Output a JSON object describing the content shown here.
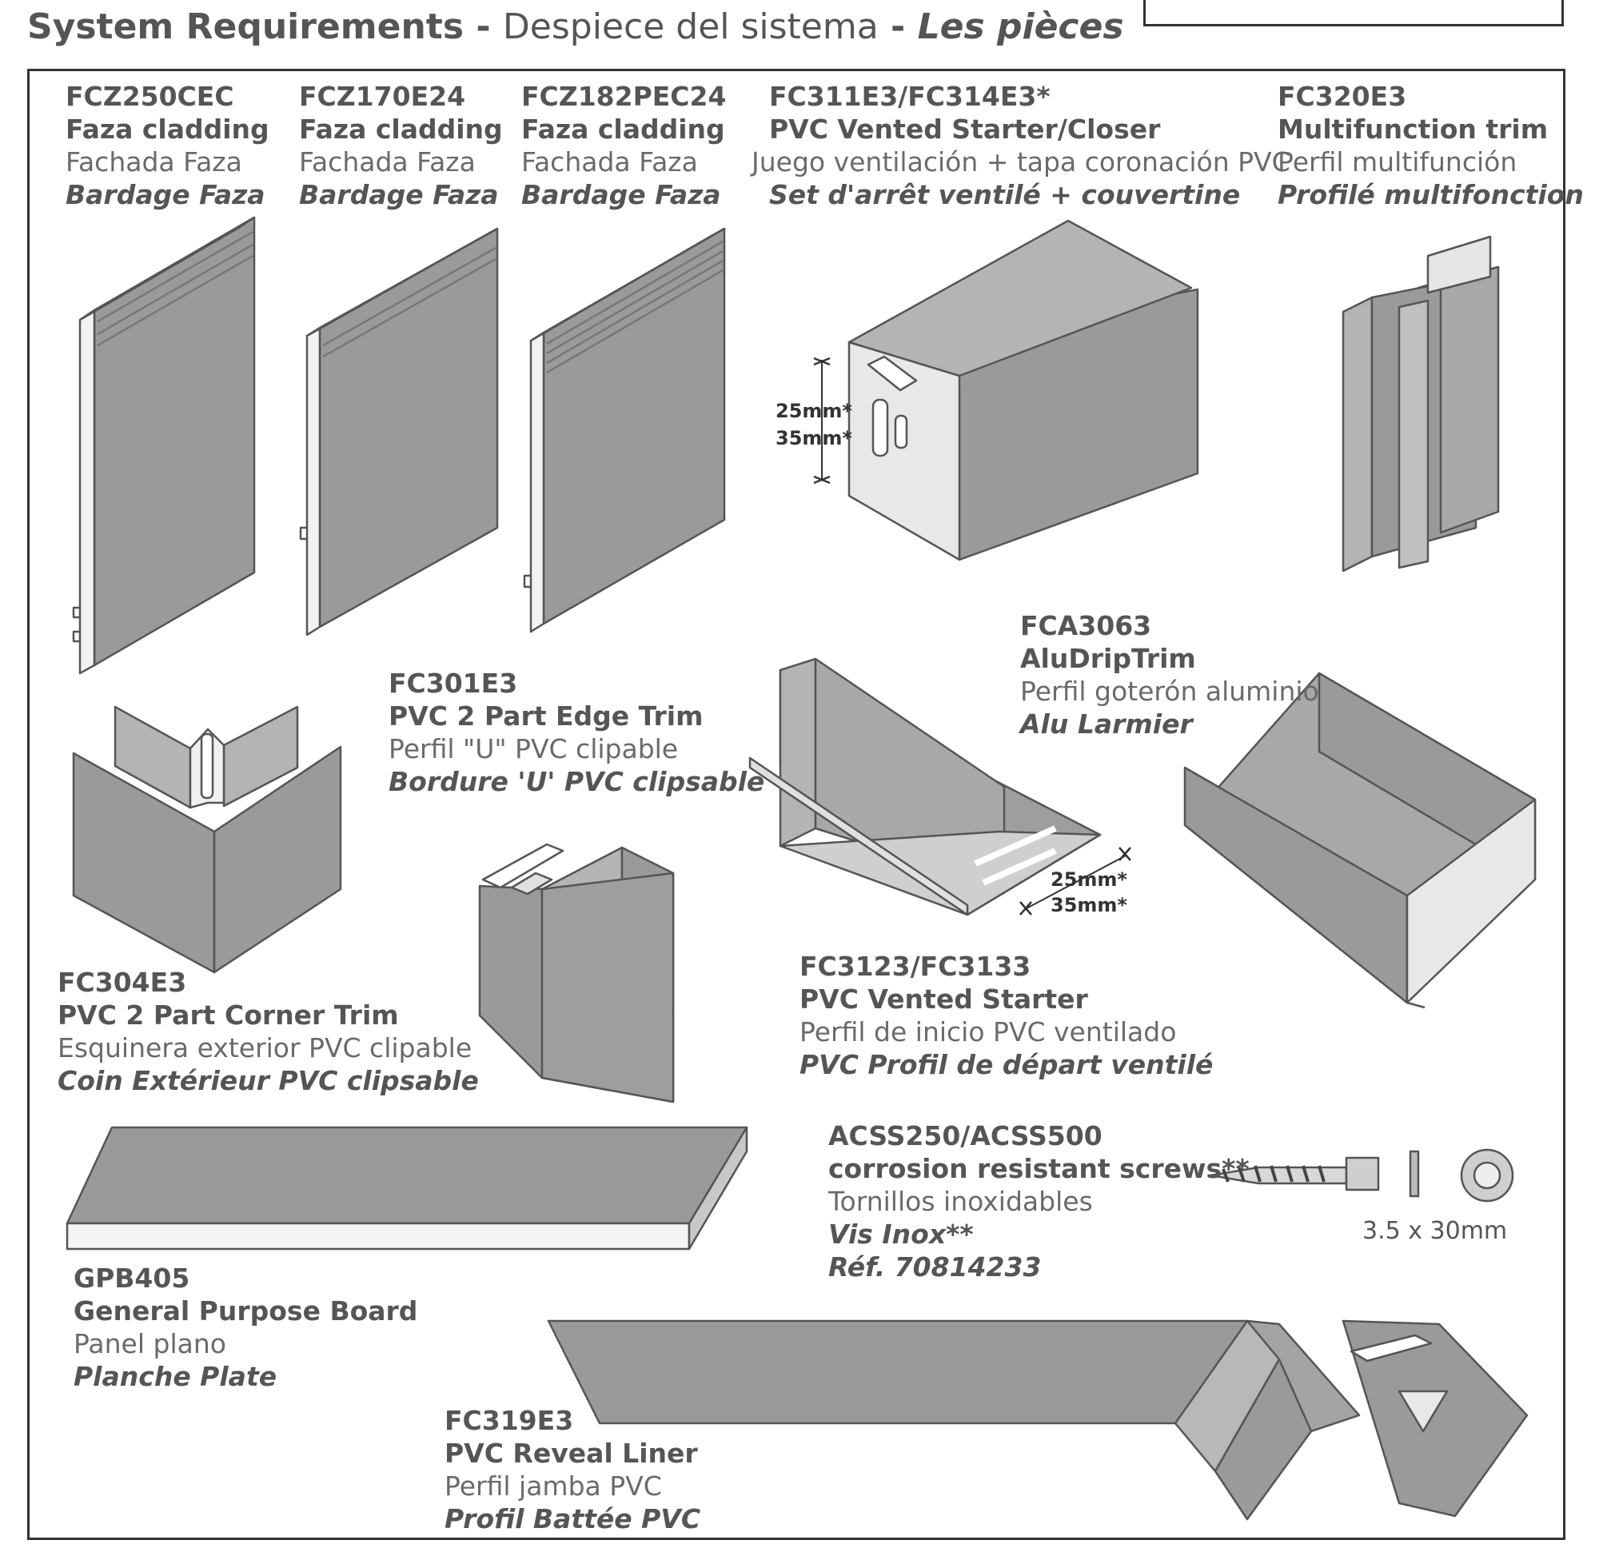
{
  "header": {
    "title_en": "System Requirements",
    "sep1": " - ",
    "title_es": "Despiece del sistema",
    "sep2": " - ",
    "title_fr": "Les pièces"
  },
  "products": [
    {
      "code": "FCZ250CEC",
      "en": "Faza cladding",
      "es": "Fachada Faza",
      "fr": "Bardage Faza"
    },
    {
      "code": "FCZ170E24",
      "en": "Faza cladding",
      "es": "Fachada Faza",
      "fr": "Bardage Faza"
    },
    {
      "code": "FCZ182PEC24",
      "en": "Faza cladding",
      "es": "Fachada Faza",
      "fr": "Bardage Faza"
    },
    {
      "code": "FC311E3/FC314E3*",
      "en": "PVC Vented Starter/Closer",
      "es": "Juego ventilación + tapa coronación PVC",
      "fr": "Set d'arrêt ventilé + couvertine"
    },
    {
      "code": "FC320E3",
      "en": "Multifunction trim",
      "es": "Perfil multifunción",
      "fr": "Profilé multifonction"
    },
    {
      "code": "FCA3063",
      "en": "AluDripTrim",
      "es": "Perfil goterón aluminio",
      "fr": "Alu Larmier"
    },
    {
      "code": "FC301E3",
      "en": "PVC 2 Part Edge Trim",
      "es": "Perfil \"U\" PVC clipable",
      "fr": "Bordure 'U' PVC clipsable"
    },
    {
      "code": "FC304E3",
      "en": "PVC 2 Part Corner Trim",
      "es": "Esquinera exterior PVC clipable",
      "fr": "Coin Extérieur PVC clipsable"
    },
    {
      "code": "FC3123/FC3133",
      "en": "PVC Vented Starter",
      "es": "Perfil de inicio PVC ventilado",
      "fr": "PVC Profil de départ ventilé"
    },
    {
      "code": "ACSS250/ACSS500",
      "en": "corrosion resistant screws**",
      "es": "Tornillos inoxidables",
      "fr": "Vis Inox**",
      "ref": "Réf. 70814233"
    },
    {
      "code": "GPB405",
      "en": "General Purpose Board",
      "es": "Panel plano",
      "fr": "Planche Plate"
    },
    {
      "code": "FC319E3",
      "en": "PVC Reveal Liner",
      "es": "Perfil jamba PVC",
      "fr": "Profil Battée PVC"
    }
  ],
  "dimensions": {
    "starter_closer": [
      "25mm*",
      "35mm*"
    ],
    "vented_starter": [
      "25mm*",
      "35mm*"
    ],
    "screw_size": "3.5 x 30mm"
  },
  "colors": {
    "panel": "#9a9a9a",
    "panel_light": "#b4b4b4",
    "edge": "#f2f2f2",
    "outline": "#555555",
    "frame": "#333333"
  }
}
